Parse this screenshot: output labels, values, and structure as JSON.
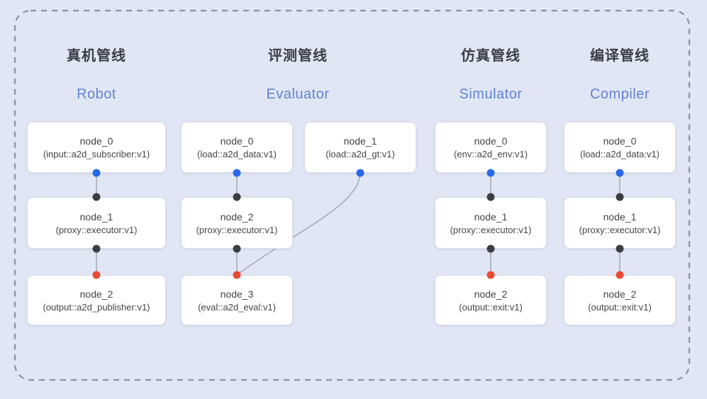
{
  "diagram": {
    "pipelines": [
      {
        "title_zh": "真机管线",
        "title_en": "Robot",
        "nodes": [
          {
            "name": "node_0",
            "type": "(input::a2d_subscriber:v1)"
          },
          {
            "name": "node_1",
            "type": "(proxy::executor:v1)"
          },
          {
            "name": "node_2",
            "type": "(output::a2d_publisher:v1)"
          }
        ]
      },
      {
        "title_zh": "评测管线",
        "title_en": "Evaluator",
        "nodes": [
          {
            "name": "node_0",
            "type": "(load::a2d_data:v1)"
          },
          {
            "name": "node_1",
            "type": "(load::a2d_gt:v1)"
          },
          {
            "name": "node_2",
            "type": "(proxy::executor:v1)"
          },
          {
            "name": "node_3",
            "type": "(eval::a2d_eval:v1)"
          }
        ]
      },
      {
        "title_zh": "仿真管线",
        "title_en": "Simulator",
        "nodes": [
          {
            "name": "node_0",
            "type": "(env::a2d_env:v1)"
          },
          {
            "name": "node_1",
            "type": "(proxy::executor:v1)"
          },
          {
            "name": "node_2",
            "type": "(output::exit:v1)"
          }
        ]
      },
      {
        "title_zh": "编译管线",
        "title_en": "Compiler",
        "nodes": [
          {
            "name": "node_0",
            "type": "(load::a2d_data:v1)"
          },
          {
            "name": "node_1",
            "type": "(proxy::executor:v1)"
          },
          {
            "name": "node_2",
            "type": "(output::exit:v1)"
          }
        ]
      }
    ]
  },
  "colors": {
    "background": "#e0e6f3",
    "frame_border": "#8b919c",
    "edge_line": "#98a0ab",
    "blue_dot": "#2968e8",
    "dark_dot": "#3b3e43",
    "red_dot": "#e94a33",
    "title_zh_color": "#3a3e47",
    "title_en_color": "#6282d2",
    "node_text_color": "#42454a",
    "node_background": "#ffffff",
    "node_border": "#d9dde4"
  }
}
